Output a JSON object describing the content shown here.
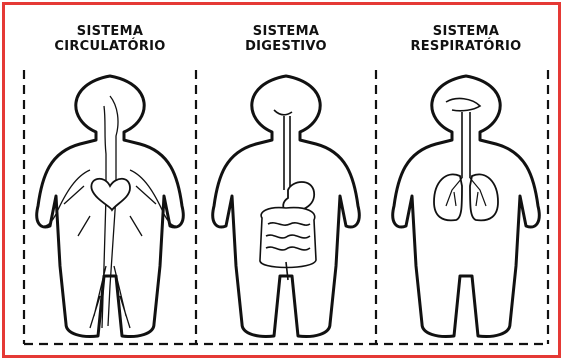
{
  "panels": [
    {
      "id": "circulatory",
      "title_line1": "SISTEMA",
      "title_line2": "CIRCULATÓRIO"
    },
    {
      "id": "digestive",
      "title_line1": "SISTEMA",
      "title_line2": "DIGESTIVO"
    },
    {
      "id": "respiratory",
      "title_line1": "SISTEMA",
      "title_line2": "RESPIRATÓRIO"
    }
  ],
  "colors": {
    "border": "#e53935",
    "ink": "#111111"
  },
  "icons": [
    "heart-icon",
    "stomach-icon",
    "intestine-icon",
    "lungs-icon",
    "scissors-cut-line"
  ]
}
